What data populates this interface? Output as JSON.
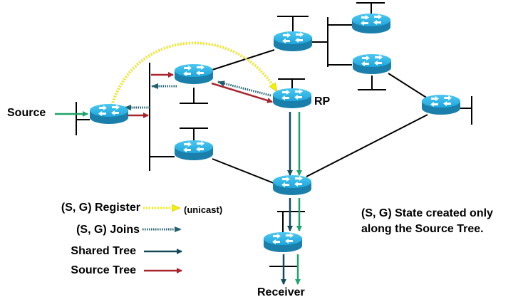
{
  "labels": {
    "source": "Source",
    "rp": "RP",
    "receiver": "Receiver",
    "note_line1": "(S, G) State created only",
    "note_line2": "along the Source Tree."
  },
  "legend": [
    {
      "label": "(S, G) Register",
      "style": "dotted",
      "color": "#f5f000",
      "suffix": "(unicast)"
    },
    {
      "label": "(S, G) Joins",
      "style": "dotted",
      "color": "#1f5f6e",
      "suffix": ""
    },
    {
      "label": "Shared Tree",
      "style": "solid",
      "color": "#134a58",
      "suffix": ""
    },
    {
      "label": "Source Tree",
      "style": "solid",
      "color": "#a8252d",
      "suffix": ""
    }
  ],
  "colors": {
    "router_top": "#29b6ea",
    "router_side": "#1a7fab",
    "link": "#000000",
    "source_arrow": "#1fa36b",
    "shared_tree": "#134a58",
    "source_tree": "#a8252d",
    "register": "#f5f000",
    "joins": "#1f5f6e"
  },
  "routers": [
    {
      "id": "source-router"
    },
    {
      "id": "top-mid-router"
    },
    {
      "id": "bottom-mid-router"
    },
    {
      "id": "top-router"
    },
    {
      "id": "top-right-router-1"
    },
    {
      "id": "top-right-router-2"
    },
    {
      "id": "rp-router"
    },
    {
      "id": "right-router"
    },
    {
      "id": "center-router"
    },
    {
      "id": "receiver-router"
    }
  ]
}
